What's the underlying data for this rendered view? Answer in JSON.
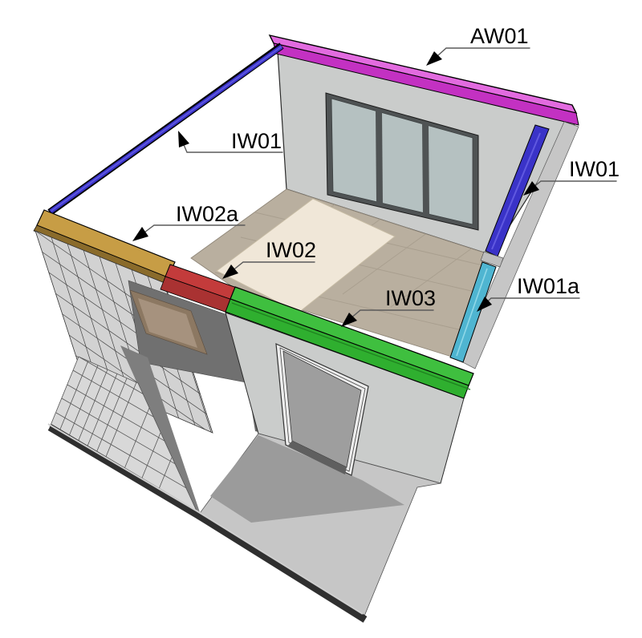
{
  "diagram": {
    "labels": {
      "aw01": "AW01",
      "iw01": "IW01",
      "iw01a": "IW01a",
      "iw02": "IW02",
      "iw02a": "IW02a",
      "iw03": "IW03"
    },
    "colors": {
      "aw01_top": "#E26BDF",
      "aw01_front": "#C331C2",
      "iw01": "#3A33C8",
      "iw01_highlight": "#6059E0",
      "iw01a": "#4FB5D1",
      "iw01a_highlight": "#8FD8E8",
      "iw02a_top": "#C79D45",
      "iw02a_edge": "#8A6B2B",
      "iw02_top": "#C33B3B",
      "iw02_front": "#A93232",
      "iw03_top": "#3FBF3F",
      "iw03_front": "#2FAF2F",
      "wall": "#CACCCB",
      "floor": "#B9AF9F",
      "screed": "#F0E7D8",
      "glass": "#B5C1C1",
      "window_frame": "#4F5354",
      "ground": "#C6C6C6",
      "ground_shadow": "#9B9B9B",
      "leader": "#5A5A5A",
      "label_text": "#000000"
    }
  }
}
